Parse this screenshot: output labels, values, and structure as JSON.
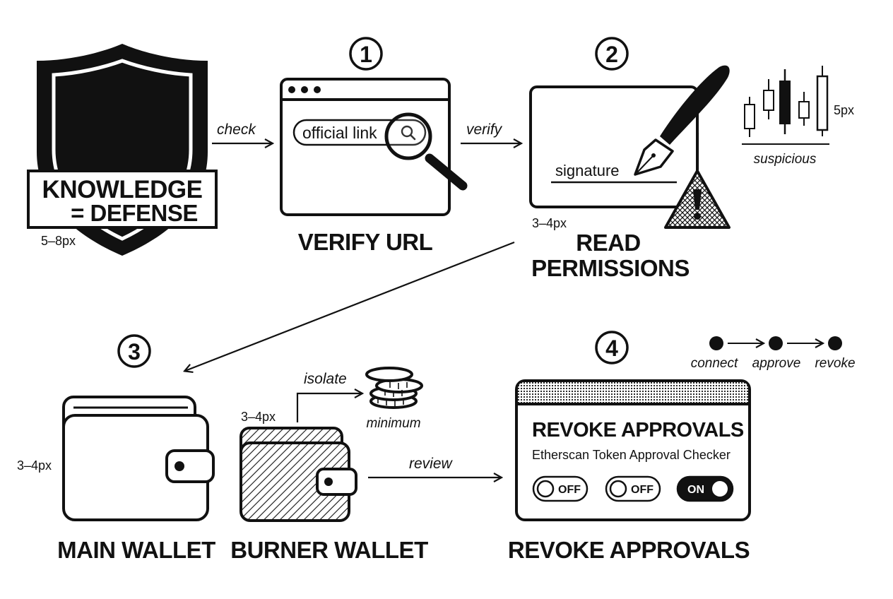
{
  "shield": {
    "line1": "KNOWLEDGE",
    "line2": "= DEFENSE",
    "stroke_note": "5–8px"
  },
  "arrows": {
    "check": "check",
    "verify": "verify",
    "isolate": "isolate",
    "review": "review"
  },
  "step1": {
    "number": "1",
    "search_text": "official link",
    "title": "VERIFY URL"
  },
  "step2": {
    "number": "2",
    "signature_text": "signature",
    "stroke_note": "3–4px",
    "title_line1": "READ",
    "title_line2": "PERMISSIONS"
  },
  "candles": {
    "stroke_note": "5px",
    "label": "suspicious"
  },
  "step3": {
    "number": "3",
    "main_stroke_note": "3–4px",
    "main_title": "MAIN WALLET",
    "burner_stroke_note": "3–4px",
    "burner_title": "BURNER WALLET",
    "coins_label": "minimum"
  },
  "step4": {
    "number": "4",
    "panel_heading": "REVOKE APPROVALS",
    "panel_subtitle": "Etherscan Token Approval Checker",
    "toggles": [
      {
        "label": "OFF",
        "state": "off"
      },
      {
        "label": "OFF",
        "state": "off"
      },
      {
        "label": "ON",
        "state": "on"
      }
    ],
    "title": "REVOKE APPROVALS"
  },
  "flow": {
    "steps": [
      "connect",
      "approve",
      "revoke"
    ]
  },
  "colors": {
    "ink": "#111111",
    "paper": "#ffffff"
  }
}
